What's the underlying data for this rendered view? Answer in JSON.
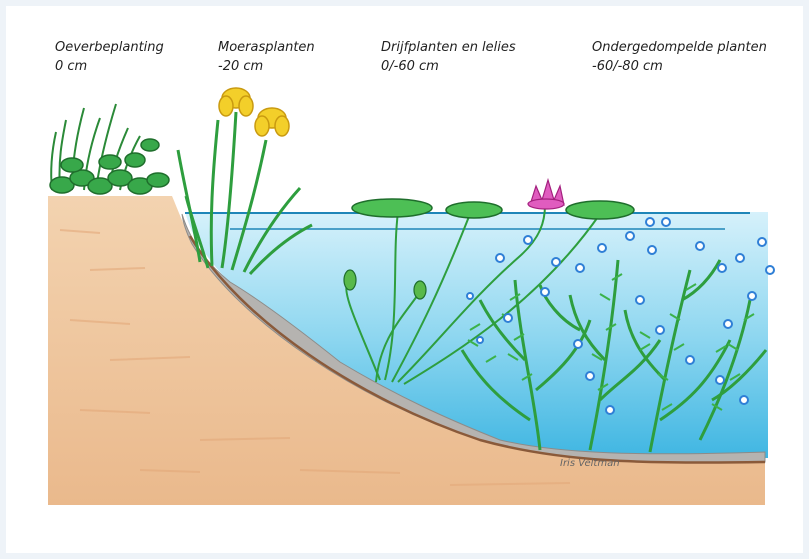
{
  "zones": [
    {
      "name": "Oeverbeplanting",
      "depth": "0 cm"
    },
    {
      "name": "Moerasplanten",
      "depth": "-20 cm"
    },
    {
      "name": "Drijfplanten en lelies",
      "depth": "0/-60 cm"
    },
    {
      "name": "Ondergedompelde planten",
      "depth": "-60/-80 cm"
    }
  ],
  "signature": "Iris Veltman",
  "colors": {
    "soil": "#efc9a2",
    "water": "#56c3e6",
    "water_light": "#bfe8f7",
    "gravel": "#b5b3b0",
    "plant_green": "#2e9e3e",
    "iris_yellow": "#f3cf2a",
    "lily_pink": "#d83fa8",
    "bubble": "#2f7fd6"
  }
}
